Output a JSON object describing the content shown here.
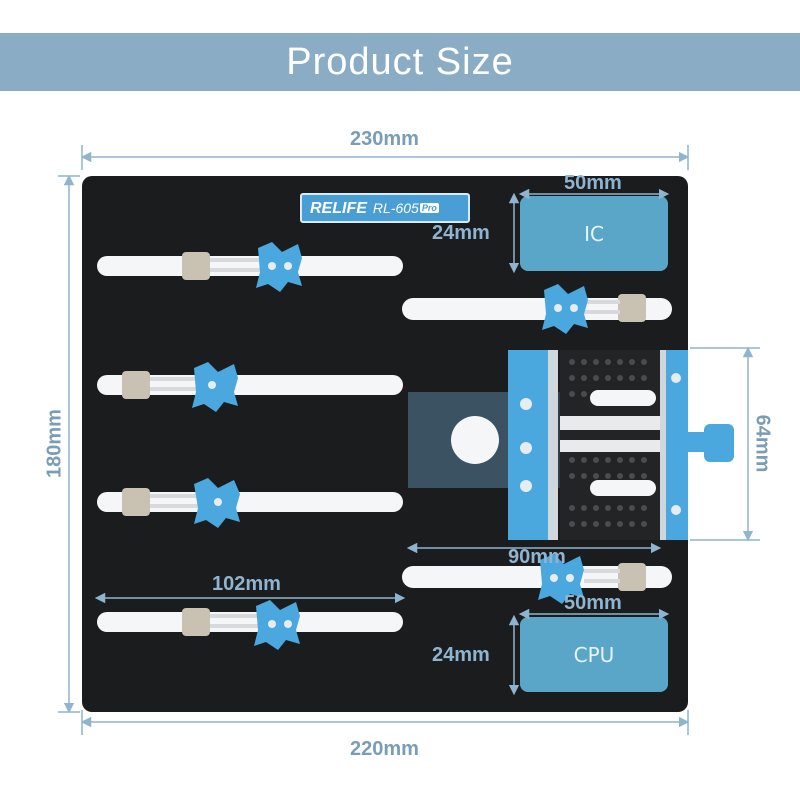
{
  "banner": {
    "title": "Product Size"
  },
  "brand": {
    "name": "RELIFE",
    "model": "RL-605",
    "badge": "Pro"
  },
  "dimensions": {
    "top_width": "230mm",
    "bottom_width": "220mm",
    "left_height": "180mm",
    "clamp_height": "64mm",
    "clamp_width": "90mm",
    "slot_width": "102mm",
    "ic_width": "50mm",
    "ic_height": "24mm",
    "cpu_width": "50mm",
    "cpu_height": "24mm"
  },
  "pads": {
    "ic_label": "IC",
    "cpu_label": "CPU"
  },
  "colors": {
    "banner": "#8aacc4",
    "board": "#1b1c1e",
    "accent": "#4aa8df",
    "pad": "#5aa6c8",
    "dim_line": "#8fb4cf"
  }
}
